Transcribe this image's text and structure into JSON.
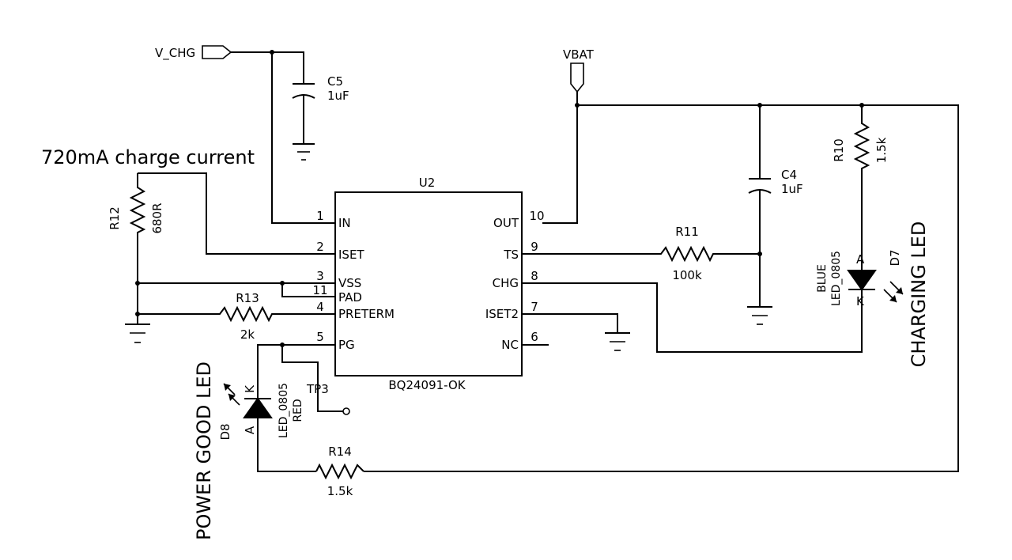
{
  "nets": {
    "v_chg": "V_CHG",
    "vbat": "VBAT"
  },
  "annotation": "720mA charge current",
  "ic": {
    "refdes": "U2",
    "part": "BQ24091-OK",
    "pins": [
      {
        "num": "1",
        "name": "IN"
      },
      {
        "num": "2",
        "name": "ISET"
      },
      {
        "num": "3",
        "name": "VSS"
      },
      {
        "num": "11",
        "name": "PAD"
      },
      {
        "num": "4",
        "name": "PRETERM"
      },
      {
        "num": "5",
        "name": "PG"
      },
      {
        "num": "10",
        "name": "OUT"
      },
      {
        "num": "9",
        "name": "TS"
      },
      {
        "num": "8",
        "name": "CHG"
      },
      {
        "num": "7",
        "name": "ISET2"
      },
      {
        "num": "6",
        "name": "NC"
      }
    ]
  },
  "components": {
    "c5": {
      "ref": "C5",
      "value": "1uF"
    },
    "c4": {
      "ref": "C4",
      "value": "1uF"
    },
    "r12": {
      "ref": "R12",
      "value": "680R"
    },
    "r13": {
      "ref": "R13",
      "value": "2k"
    },
    "r11": {
      "ref": "R11",
      "value": "100k"
    },
    "r10": {
      "ref": "R10",
      "value": "1.5k"
    },
    "r14": {
      "ref": "R14",
      "value": "1.5k"
    },
    "d7": {
      "ref": "D7",
      "color": "BLUE",
      "package": "LED_0805",
      "anode": "A",
      "cathode": "K",
      "label": "CHARGING LED"
    },
    "d8": {
      "ref": "D8",
      "color": "RED",
      "package": "LED_0805",
      "anode": "A",
      "cathode": "K",
      "label": "POWER GOOD LED"
    },
    "tp3": {
      "ref": "TP3"
    }
  }
}
